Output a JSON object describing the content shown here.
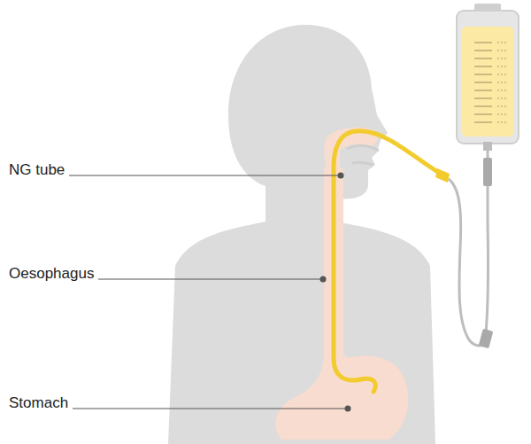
{
  "diagram": {
    "labels": [
      "NG tube",
      "Oesophagus",
      "Stomach"
    ]
  }
}
